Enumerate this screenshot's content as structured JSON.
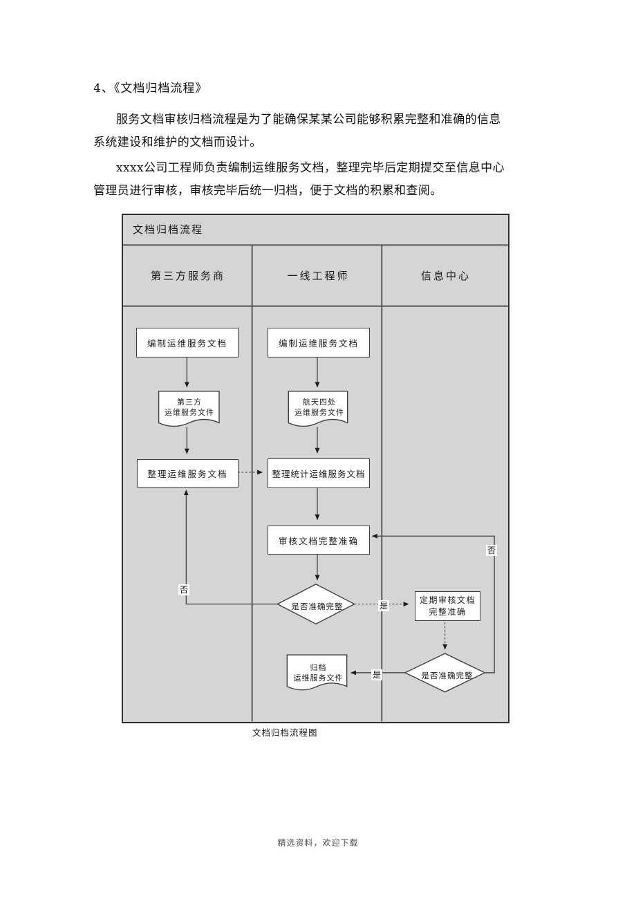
{
  "document": {
    "heading": "4、《文档归档流程》",
    "paragraph1": {
      "line1": "服务文档审核归档流程是为了能确保某某公司能够积累完整和准确的信息",
      "line2": "系统建设和维护的文档而设计。"
    },
    "paragraph2": {
      "line1": "xxxx公司工程师负责编制运维服务文档，整理完毕后定期提交至信息中心",
      "line2": "管理员进行审核，审核完毕后统一归档，便于文档的积累和查阅。"
    },
    "caption": "文档归档流程图",
    "footer": "精选资料，欢迎下载"
  },
  "flowchart": {
    "title": "文档归档流程",
    "lanes": [
      {
        "label": "第三方服务商"
      },
      {
        "label": "一线工程师"
      },
      {
        "label": "信息中心"
      }
    ],
    "nodes": {
      "vendor_create": "编制运维服务文档",
      "vendor_doc": {
        "line1": "第三方",
        "line2": "运维服务文件"
      },
      "vendor_organize": "整理运维服务文档",
      "engineer_create": "编制运维服务文档",
      "engineer_doc": {
        "line1": "航天四处",
        "line2": "运维服务文件"
      },
      "engineer_organize": "整理统计运维服务文档",
      "engineer_review": "审核文档完整准确",
      "engineer_decision": "是否准确完整",
      "archive_doc": {
        "line1": "归档",
        "line2": "运维服务文件"
      },
      "center_review": {
        "line1": "定期审核文档",
        "line2": "完整准确"
      },
      "center_decision": "是否准确完整"
    },
    "edge_labels": {
      "yes": "是",
      "no": "否"
    },
    "colors": {
      "chart_background": "#d5d5d5",
      "line": "#4a4a4a",
      "node_fill": "#ffffff",
      "node_border": "#3f3f3f"
    }
  }
}
